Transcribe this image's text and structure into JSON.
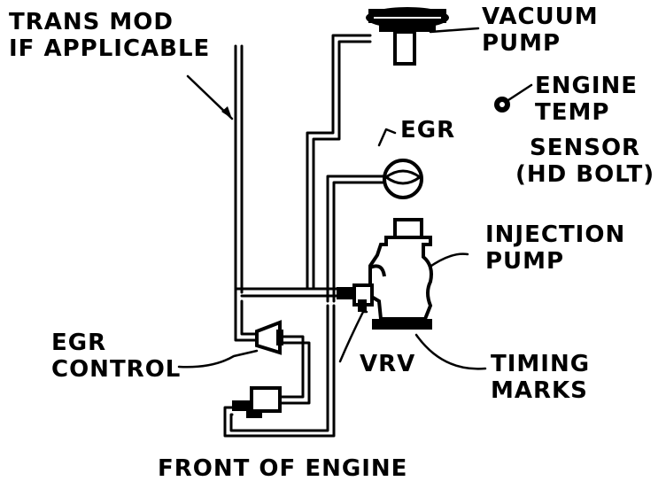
{
  "labels": {
    "trans_mod": [
      "TRANS MOD",
      "IF APPLICABLE"
    ],
    "vacuum_pump": [
      "VACUUM",
      "PUMP"
    ],
    "engine_temp": [
      "ENGINE",
      "TEMP"
    ],
    "sensor": [
      "SENSOR",
      "(HD BOLT)"
    ],
    "egr": "EGR",
    "injection_pump": [
      "INJECTION",
      "PUMP"
    ],
    "egr_control": [
      "EGR",
      "CONTROL"
    ],
    "vrv": "VRV",
    "timing_marks": [
      "TIMING",
      "MARKS"
    ],
    "front_of_engine": "FRONT OF ENGINE"
  },
  "colors": {
    "ink": "#000000",
    "paper": "#ffffff"
  }
}
